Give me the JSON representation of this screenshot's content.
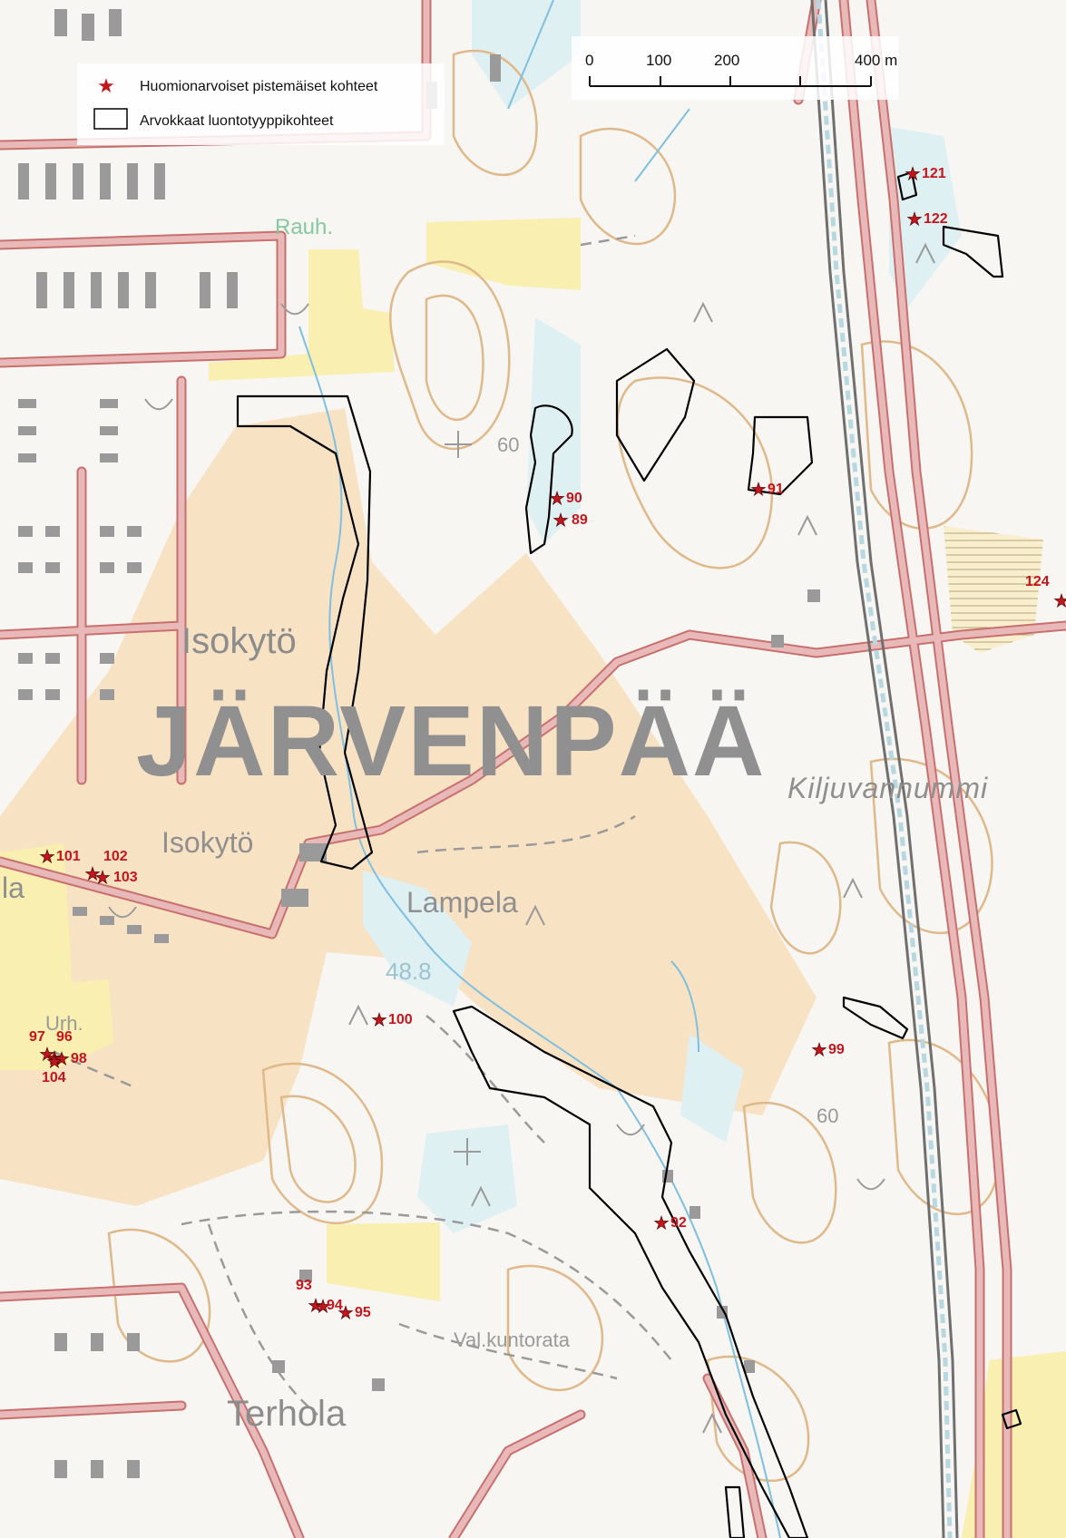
{
  "legend": {
    "points_label": "Huomionarvoiset pistemäiset kohteet",
    "areas_label": "Arvokkaat luontotyyppikohteet"
  },
  "scale_bar": {
    "ticks": [
      "0",
      "100",
      "200",
      "400 m"
    ]
  },
  "place_names": {
    "jarvenpaa": "JÄRVENPÄÄ",
    "isokyto_upper": "Isokytö",
    "isokyto_lower": "Isokytö",
    "lampela": "Lampela",
    "kiljuvannummi": "Kiljuvannummi",
    "terhola": "Terhola",
    "valkuntorata": "Val.kuntorata",
    "rauh": "Rauh.",
    "urh": "Urh.",
    "la": "la",
    "contour_60": "60",
    "contour_60b": "60",
    "water_48": "48.8"
  },
  "points": [
    {
      "id": "121",
      "label": "121"
    },
    {
      "id": "122",
      "label": "122"
    },
    {
      "id": "90",
      "label": "90"
    },
    {
      "id": "89",
      "label": "89"
    },
    {
      "id": "91",
      "label": "91"
    },
    {
      "id": "124",
      "label": "124"
    },
    {
      "id": "101",
      "label": "101"
    },
    {
      "id": "102",
      "label": "102"
    },
    {
      "id": "103",
      "label": "103"
    },
    {
      "id": "100",
      "label": "100"
    },
    {
      "id": "99",
      "label": "99"
    },
    {
      "id": "97",
      "label": "97"
    },
    {
      "id": "96",
      "label": "96"
    },
    {
      "id": "98",
      "label": "98"
    },
    {
      "id": "104",
      "label": "104"
    },
    {
      "id": "92",
      "label": "92"
    },
    {
      "id": "93",
      "label": "93"
    },
    {
      "id": "94",
      "label": "94"
    },
    {
      "id": "95",
      "label": "95"
    }
  ],
  "colors": {
    "map_background": "#f7f6f3",
    "residential_fill": "#f8e2c4",
    "field_fill": "#f8efb0",
    "water_fill": "#dff0f3",
    "road_fill": "#e8b9b8",
    "road_outline": "#c8706e",
    "contour": "#dfb98a",
    "building": "#9a9a9a",
    "habitat_outline": "#000000",
    "point_marker": "#c4161c",
    "point_outline": "#5a0a0a"
  }
}
